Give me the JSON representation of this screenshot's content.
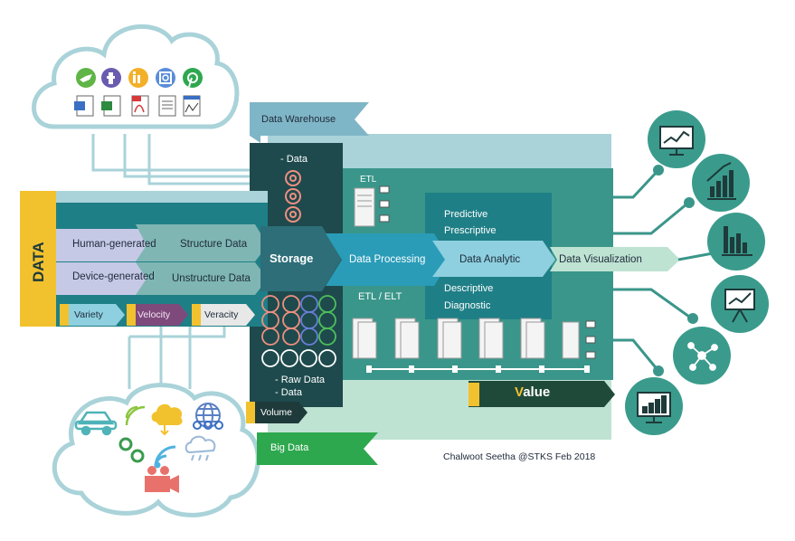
{
  "labels": {
    "data_vertical": "DATA",
    "human_generated": "Human-generated",
    "device_generated": "Device-generated",
    "structure_data": "Structure Data",
    "unstructure_data": "Unstructure Data",
    "variety": "Variety",
    "velocity": "Velocity",
    "veracity": "Veracity",
    "data_warehouse": "Data Warehouse",
    "dash_data": "- Data",
    "storage": "Storage",
    "raw_data": "- Raw Data",
    "data_item": "- Data",
    "volume": "Volume",
    "big_data": "Big Data",
    "etl": "ETL",
    "etl_elt": "ETL / ELT",
    "data_processing": "Data Processing",
    "predictive": "Predictive",
    "prescriptive": "Prescriptive",
    "data_analytic": "Data Analytic",
    "descriptive": "Descriptive",
    "diagnostic": "Diagnostic",
    "data_visualization": "Data Visualization",
    "value_v": "V",
    "value_rest": "alue",
    "credit": "Chalwoot Seetha @STKS  Feb 2018"
  },
  "colors": {
    "teal_dark": "#1f7f86",
    "teal_mid": "#3a968a",
    "teal_light": "#a9d3d9",
    "storage_dark": "#1e4a4d",
    "yellow": "#f2c12e",
    "mint": "#bfe3d3",
    "green": "#2ea84f",
    "lavender": "#c5c9e6",
    "sky": "#8ed0e0",
    "circle": "#3a9b8c"
  },
  "icons": {
    "cloud_top": [
      "twitter-icon",
      "facebook-icon",
      "linkedin-icon",
      "instagram-icon",
      "pinterest-icon",
      "word-icon",
      "excel-icon",
      "pdf-icon",
      "text-file-icon",
      "chart-file-icon"
    ],
    "cloud_bottom": [
      "car-icon",
      "wifi-icon",
      "cloud-sync-icon",
      "globe-icon",
      "gears-icon",
      "rss-icon",
      "rain-cloud-icon",
      "users-icon",
      "video-camera-icon"
    ],
    "outputs": [
      "monitor-line-chart-icon",
      "bar-growth-chart-icon",
      "bar-chart-icon",
      "presentation-board-icon",
      "network-graph-icon",
      "monitor-bar-chart-icon"
    ]
  }
}
